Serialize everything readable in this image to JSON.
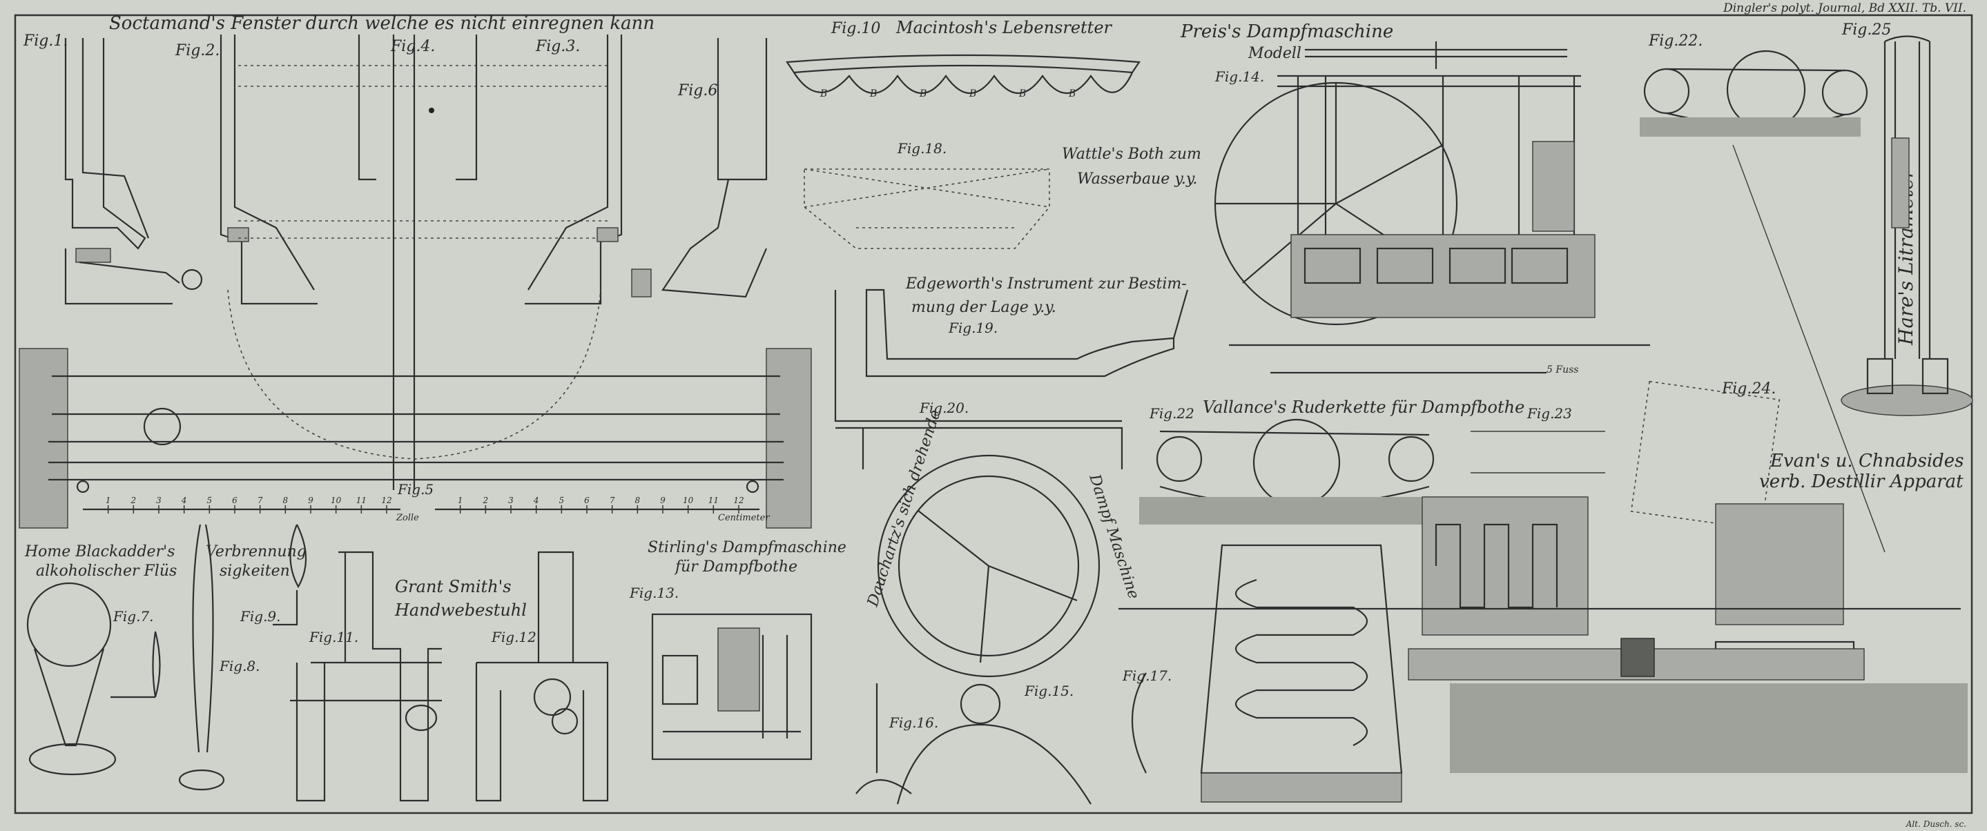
{
  "header": {
    "journal": "Dingler's polyt. Journal, Bd XXII. Tb. VII.",
    "engraver": "Alt. Dusch. sc."
  },
  "figures": {
    "window_title": "Soctamand's Fenster durch welche es nicht einregnen kann",
    "fig1": "Fig.1.",
    "fig2": "Fig.2.",
    "fig3": "Fig.3.",
    "fig4": "Fig.4.",
    "fig5": "Fig.5",
    "fig6": "Fig.6",
    "scale_left": "Zolle",
    "scale_right": "Centimeter",
    "lifesaver_title": "Macintosh's Lebensretter",
    "fig10": "Fig.10",
    "boat_title_1": "Wattle's Both zum",
    "boat_title_2": "Wasserbaue y.y.",
    "fig18": "Fig.18.",
    "edgeworth_1": "Edgeworth's Instrument zur Bestim-",
    "edgeworth_2": "mung der Lage y.y.",
    "fig19": "Fig.19.",
    "fig20": "Fig.20.",
    "steam_title_1": "Preis's Dampfmaschine",
    "steam_title_2": "Modell",
    "fig14": "Fig.14.",
    "scale_fuss": "5 Fuss",
    "fig22a": "Fig.22.",
    "fig25": "Fig.25",
    "hare": "Hare's Litrameter",
    "vallance": "Vallance's Ruderkette für Dampfbothe",
    "fig22b": "Fig.22",
    "fig23": "Fig.23",
    "fig24": "Fig.24.",
    "evans_1": "Evan's u. Chnabsides",
    "evans_2": "verb. Destillir Apparat",
    "blackadder_1": "Home Blackadder's",
    "blackadder_2": "alkoholischer Flüs",
    "verbrennung_1": "Verbrennung",
    "verbrennung_2": "sigkeiten",
    "fig7": "Fig.7.",
    "fig8": "Fig.8.",
    "fig9": "Fig.9.",
    "grant_1": "Grant Smith's",
    "grant_2": "Handwebestuhl",
    "fig11": "Fig.11.",
    "fig12": "Fig.12",
    "stirling_1": "Stirling's Dampfmaschine",
    "stirling_2": "für Dampfbothe",
    "fig13": "Fig.13.",
    "dauchartz_1": "Dauchartz's sich drehende",
    "dauchartz_2": "Dampf Maschine",
    "fig15": "Fig.15.",
    "fig16": "Fig.16.",
    "fig17": "Fig.17."
  },
  "scale_numbers_left": [
    "1",
    "2",
    "3",
    "4",
    "5",
    "6",
    "7",
    "8",
    "9",
    "10",
    "11",
    "12"
  ],
  "scale_numbers_right": [
    "1",
    "2",
    "3",
    "4",
    "5",
    "6",
    "7",
    "8",
    "9",
    "10",
    "11",
    "12"
  ],
  "lifesaver_letters": [
    "B",
    "B",
    "B",
    "B",
    "B",
    "B"
  ]
}
